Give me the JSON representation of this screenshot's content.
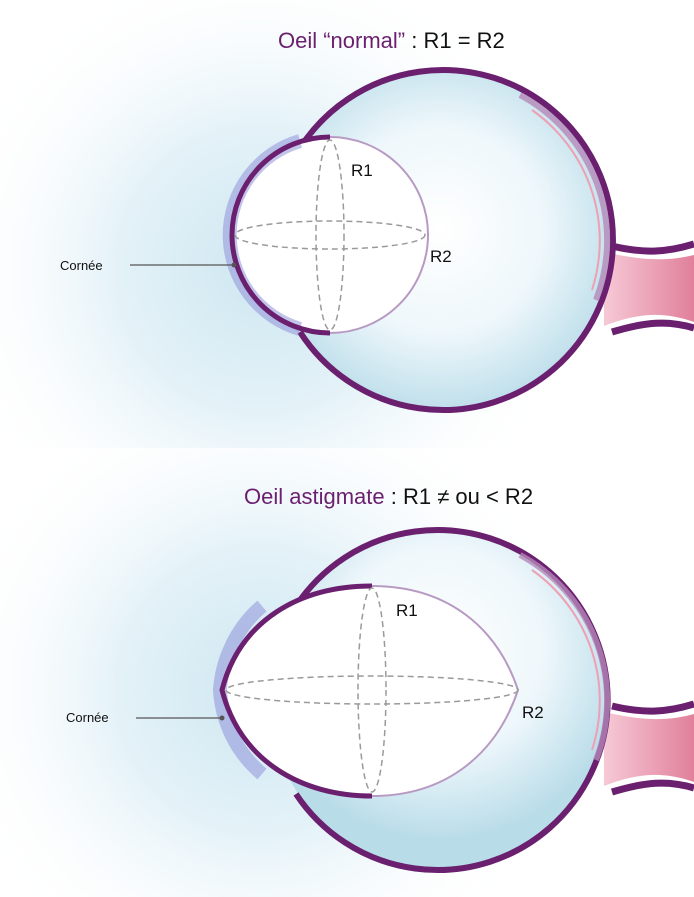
{
  "colors": {
    "accent": "#6b1f6f",
    "sclera_fill": "#d9eef5",
    "glow": "#c9e4ef",
    "cornea_edge": "#8f93d8",
    "nerve": "#e58fa6"
  },
  "normal": {
    "title_prefix": "Oeil “normal”",
    "title_formula": " : R1 = R2",
    "r1_label": "R1",
    "r2_label": "R2",
    "cornee_label": "Cornée"
  },
  "astigmate": {
    "title_prefix": "Oeil astigmate",
    "title_formula": " : R1 ≠ ou < R2",
    "r1_label": "R1",
    "r2_label": "R2",
    "cornee_label": "Cornée"
  }
}
